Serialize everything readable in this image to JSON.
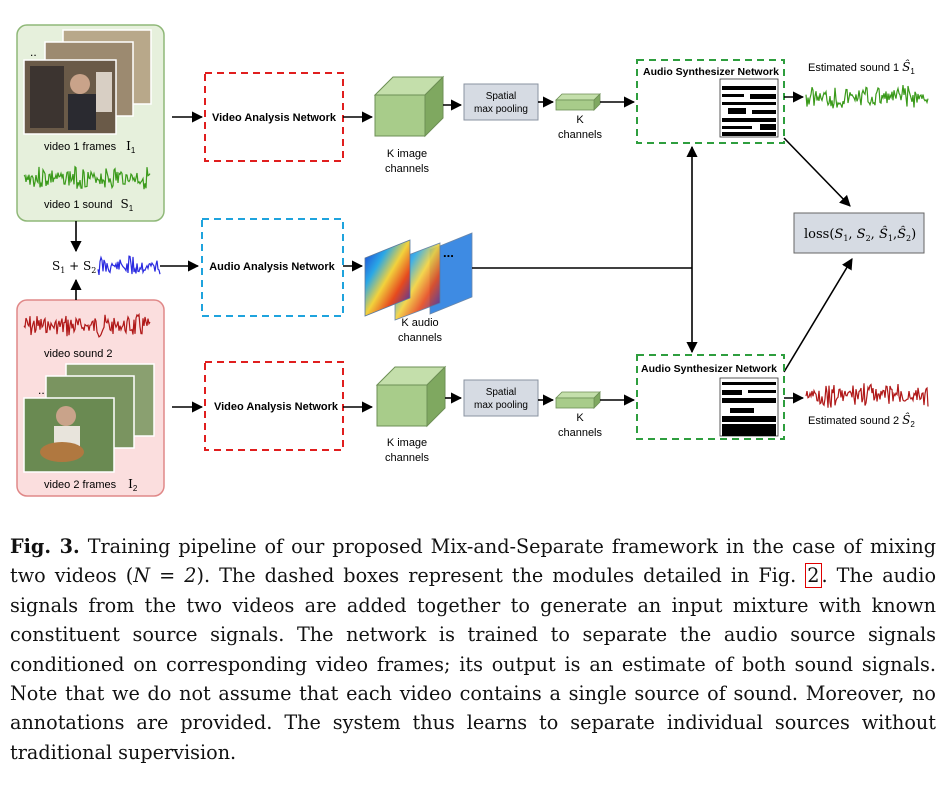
{
  "video1": {
    "frames_label": "video 1 frames",
    "frames_symbol": "I",
    "frames_sub": "1",
    "sound_label": "video 1 sound",
    "sound_symbol": "S",
    "sound_sub": "1"
  },
  "video2": {
    "sound_label": "video sound 2",
    "frames_label": "video 2 frames",
    "frames_symbol": "I",
    "frames_sub": "2"
  },
  "mix": {
    "s1": "S",
    "s1_sub": "1",
    "plus": " + ",
    "s2": "S",
    "s2_sub": "2"
  },
  "van_label": "Video Analysis Network",
  "aan_label": "Audio Analysis Network",
  "asn_label": "Audio Synthesizer Network",
  "pool_line1": "Spatial",
  "pool_line2": "max pooling",
  "k_image_1": "K image",
  "k_image_2": "channels",
  "k_1": "K",
  "k_2": "channels",
  "k_audio_1": "K audio",
  "k_audio_2": "channels",
  "dots": "...",
  "est1_label": "Estimated sound 1 ",
  "est1_sym": "Ŝ",
  "est1_sub": "1",
  "est2_label": "Estimated sound 2 ",
  "est2_sym": "Ŝ",
  "est2_sub": "2",
  "loss": {
    "open": "loss(",
    "s1": "S",
    "s1_sub": "1",
    "sep1": ", ",
    "s2": "S",
    "s2_sub": "2",
    "sep2": ", ",
    "s1h": "Ŝ",
    "s1h_sub": "1",
    "sep3": ",",
    "s2h": "Ŝ",
    "s2h_sub": "2",
    "close": ")"
  },
  "caption": {
    "label": "Fig. 3.",
    "text_a": " Training pipeline of our proposed Mix-and-Separate framework in the case of mixing two videos (",
    "math": "N = 2",
    "text_b": "). The dashed boxes represent the modules detailed in Fig. ",
    "ref": "2",
    "text_c": ". The audio signals from the two videos are added together to generate an input mixture with known constituent source signals. The network is trained to separate the audio source signals conditioned on corresponding video frames; its output is an estimate of both sound signals. Note that we do not assume that each video contains a single source of sound. Moreover, no annotations are provided. The system thus learns to separate individual sources without traditional supervision."
  },
  "colors": {
    "green_panel": "#e6f0dc",
    "red_panel": "#fbdede",
    "wave_green": "#3a9a1a",
    "wave_blue": "#2a2ae0",
    "wave_red": "#b01818",
    "dash_red": "#e01e1e",
    "dash_blue": "#1fa3dd",
    "dash_green": "#2e9e3e",
    "cube_green": "#a8cc8a",
    "pool_gray": "#d6dbe3"
  }
}
